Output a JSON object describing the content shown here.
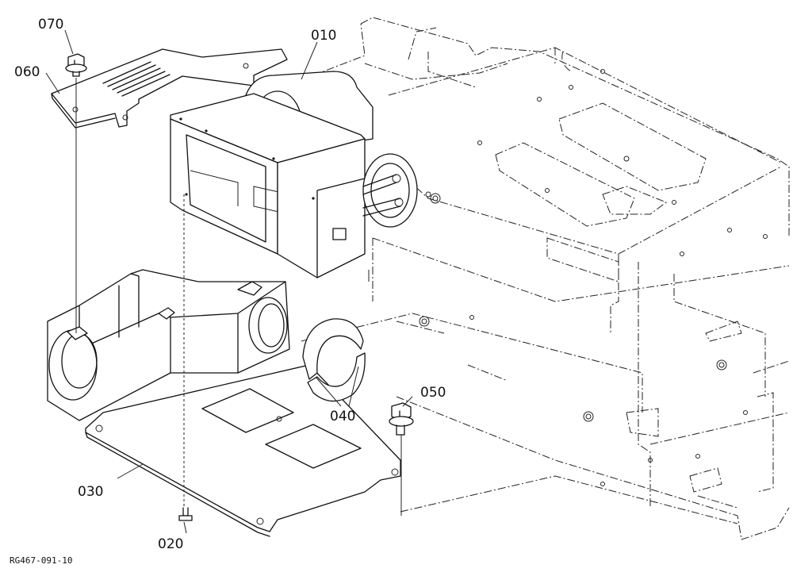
{
  "part_labels": {
    "p010": "010",
    "p020": "020",
    "p030": "030",
    "p040": "040",
    "p050": "050",
    "p060": "060",
    "p070": "070"
  },
  "drawing_code": "RG467-091-10"
}
